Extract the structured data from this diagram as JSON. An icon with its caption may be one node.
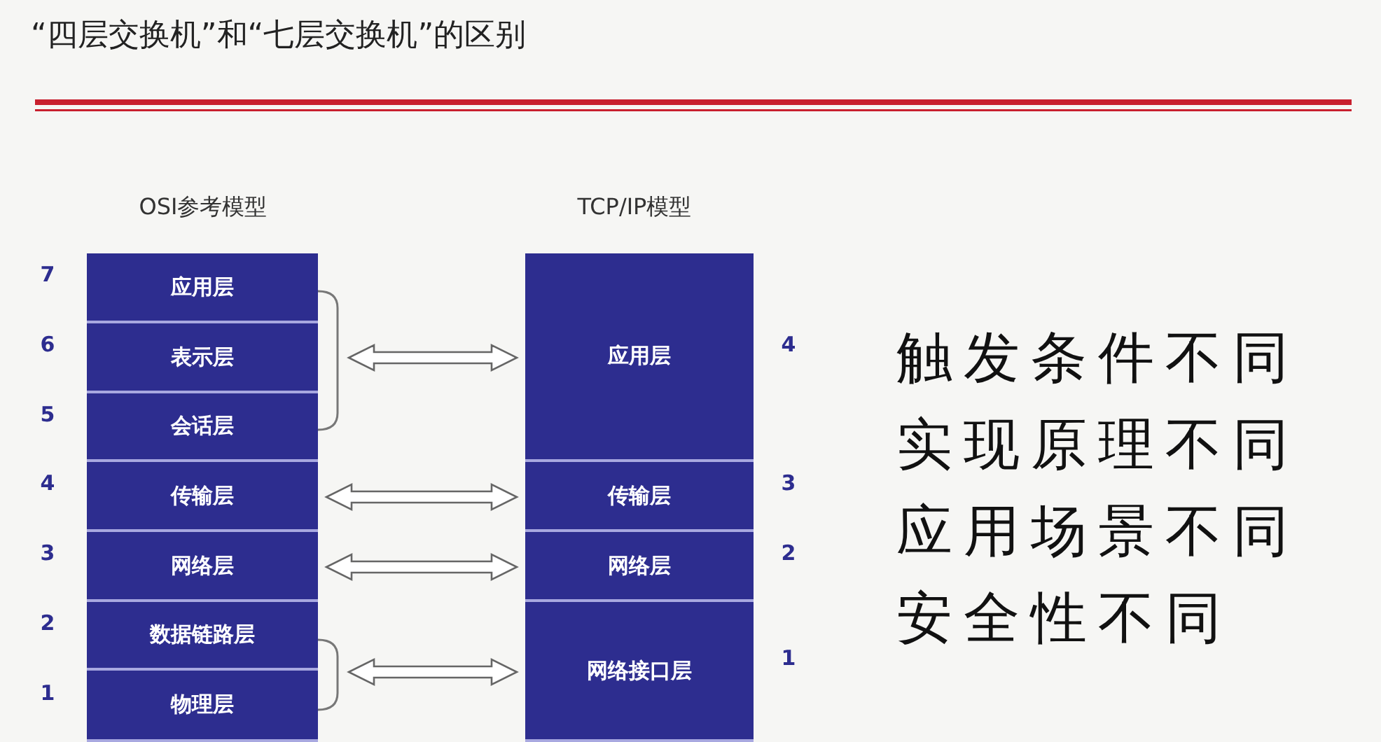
{
  "diagram": {
    "title": "“四层交换机”和“七层交换机”的区别",
    "nodes": [
      {
        "text": [
          "应用层"
        ],
        "beside": [
          "7"
        ]
      },
      {
        "text": [
          "表示层"
        ],
        "beside": [
          "6"
        ]
      },
      {
        "text": [
          "会话层"
        ],
        "beside": [
          "5"
        ]
      },
      {
        "text": [
          "传输层"
        ],
        "beside": [
          "4"
        ]
      },
      {
        "text": [
          "网络层"
        ],
        "beside": [
          "3"
        ]
      },
      {
        "text": [
          "数据链路层"
        ],
        "beside": [
          "2"
        ]
      },
      {
        "text": [
          "物理层"
        ],
        "beside": [
          "1"
        ]
      },
      {
        "text": [
          "应用层"
        ],
        "beside": [
          "4"
        ]
      },
      {
        "text": [
          "传输层"
        ],
        "beside": [
          "3"
        ]
      },
      {
        "text": [
          "网络层"
        ],
        "beside": [
          "2"
        ]
      },
      {
        "text": [
          "网络接口层"
        ],
        "beside": [
          "1"
        ]
      }
    ],
    "edges": [
      {
        "from": 0,
        "to": 7,
        "arrow": "both"
      },
      {
        "from": 1,
        "to": 7,
        "arrow": "both"
      },
      {
        "from": 2,
        "to": 7,
        "arrow": "both"
      },
      {
        "from": 3,
        "to": 8,
        "arrow": "both"
      },
      {
        "from": 4,
        "to": 9,
        "arrow": "both"
      },
      {
        "from": 5,
        "to": 10,
        "arrow": "both"
      },
      {
        "from": 6,
        "to": 10,
        "arrow": "both"
      }
    ],
    "labels": [
      "OSI参考模型",
      "TCP/IP模型",
      "触发条件不同",
      "实现原理不同",
      "应用场景不同",
      "安全性不同"
    ]
  }
}
